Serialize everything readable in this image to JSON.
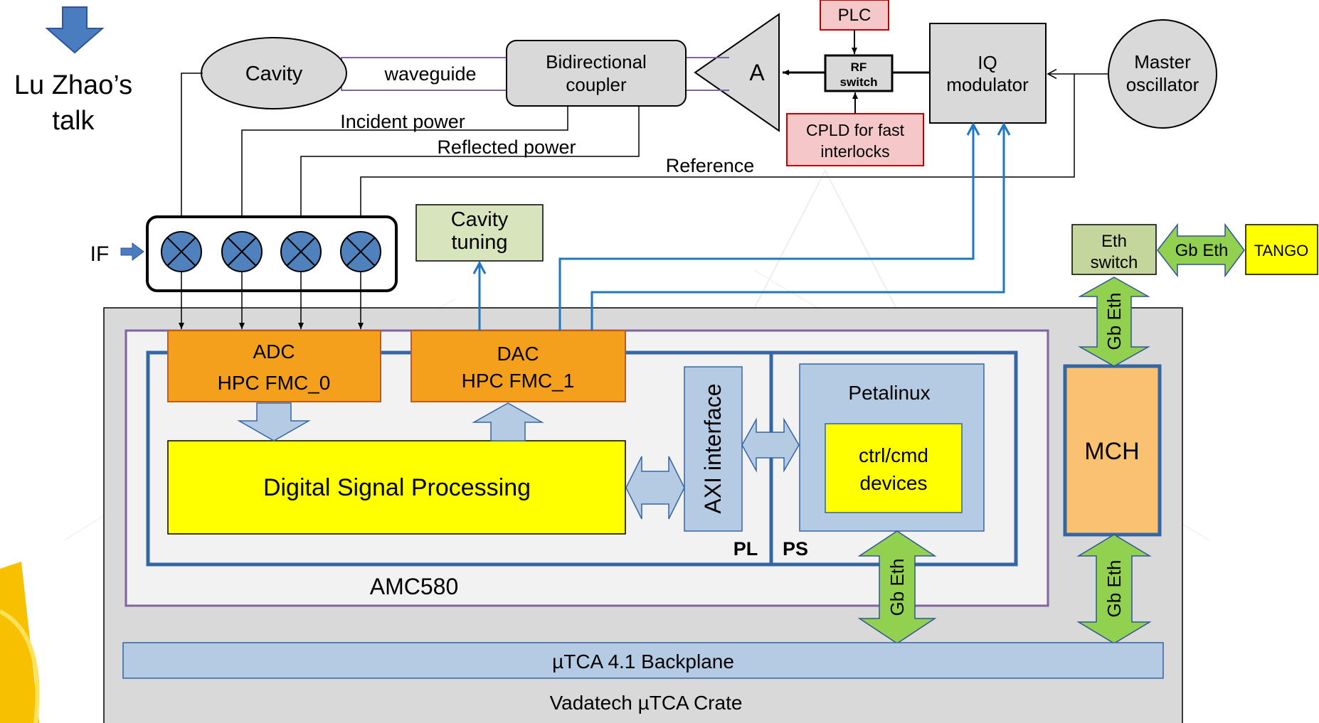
{
  "talk_note": {
    "line1": "Lu Zhao’s",
    "line2": "talk"
  },
  "rf_chain": {
    "cavity": "Cavity",
    "waveguide": "waveguide",
    "coupler": {
      "line1": "Bidirectional",
      "line2": "coupler"
    },
    "amplifier": "A",
    "plc": "PLC",
    "rf_switch": {
      "line1": "RF",
      "line2": "switch"
    },
    "cpld": {
      "line1": "CPLD for fast",
      "line2": "interlocks"
    },
    "iq_modulator": {
      "line1": "IQ",
      "line2": "modulator"
    },
    "master_oscillator": {
      "line1": "Master",
      "line2": "oscillator"
    }
  },
  "signals": {
    "incident": "Incident power",
    "reflected": "Reflected power",
    "reference": "Reference",
    "if": "IF"
  },
  "cavity_tuning": {
    "line1": "Cavity",
    "line2": "tuning"
  },
  "network": {
    "eth_switch": {
      "line1": "Eth",
      "line2": "switch"
    },
    "gb_eth": "Gb Eth",
    "tango": "TANGO"
  },
  "board": {
    "adc": {
      "line1": "ADC",
      "line2": "HPC FMC_0"
    },
    "dac": {
      "line1": "DAC",
      "line2": "HPC FMC_1"
    },
    "dsp": "Digital Signal Processing",
    "axi": "AXI interface",
    "petalinux": "Petalinux",
    "ctrl": {
      "line1": "ctrl/cmd",
      "line2": "devices"
    },
    "pl": "PL",
    "ps": "PS",
    "amc": "AMC580",
    "mch": "MCH"
  },
  "crate": {
    "backplane": "µTCA 4.1 Backplane",
    "name": "Vadatech µTCA Crate"
  },
  "colors": {
    "blue_link": "#1f77c4",
    "dark_blue": "#3465a4",
    "orange": "#f5a01c",
    "yellow": "#ffff00",
    "green": "#92d050",
    "light_blue": "#b4cbe3",
    "pink": "#f4c7c8",
    "gray": "#d9d9d9"
  }
}
